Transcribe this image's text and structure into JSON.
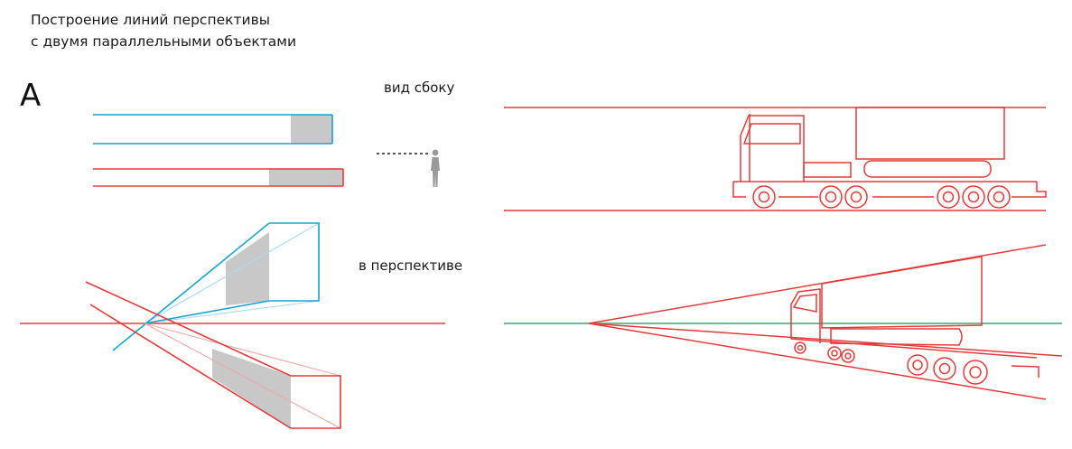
{
  "title": {
    "line1": "Построение линий перспективы",
    "line2": "с двумя параллельными объектами"
  },
  "panel_letter": "А",
  "labels": {
    "side_view": "вид сбоку",
    "perspective": "в перспективе"
  },
  "colors": {
    "blue": "#1aa3d0",
    "red": "#e63a3a",
    "light_red": "#f0a8a8",
    "light_blue": "#a8dcee",
    "green": "#3aa86b",
    "shade": "#c8c8c8",
    "person": "#9a9a9a",
    "text": "#1a1a1a"
  },
  "icons": [
    "person-silhouette-icon"
  ]
}
